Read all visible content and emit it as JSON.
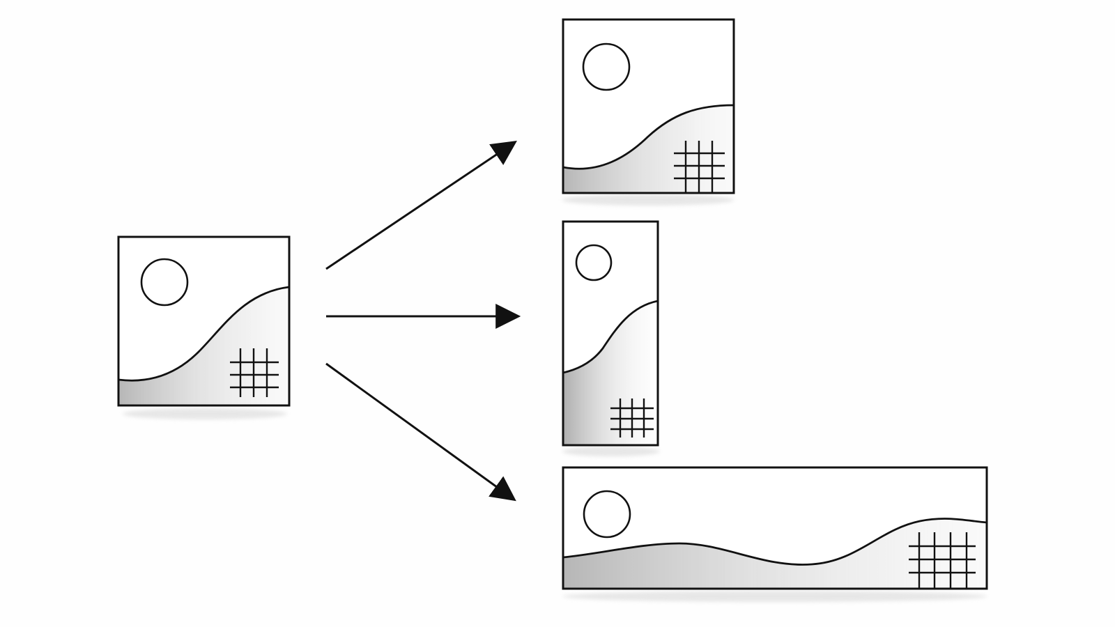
{
  "diagram": {
    "description_free": true,
    "style": {
      "background": "#fefefe",
      "stroke": "#111111",
      "wash": "#9a9a9a",
      "shadow": "#cfcfcf"
    },
    "nodes": [
      {
        "id": "source-image",
        "kind": "image-placeholder",
        "aspect": "square"
      },
      {
        "id": "crop-square",
        "kind": "image-placeholder",
        "aspect": "square"
      },
      {
        "id": "crop-tall",
        "kind": "image-placeholder",
        "aspect": "tall"
      },
      {
        "id": "crop-wide",
        "kind": "image-placeholder",
        "aspect": "wide"
      }
    ],
    "edges": [
      {
        "from": "source-image",
        "to": "crop-square",
        "arrow": true
      },
      {
        "from": "source-image",
        "to": "crop-tall",
        "arrow": true
      },
      {
        "from": "source-image",
        "to": "crop-wide",
        "arrow": true
      }
    ]
  }
}
